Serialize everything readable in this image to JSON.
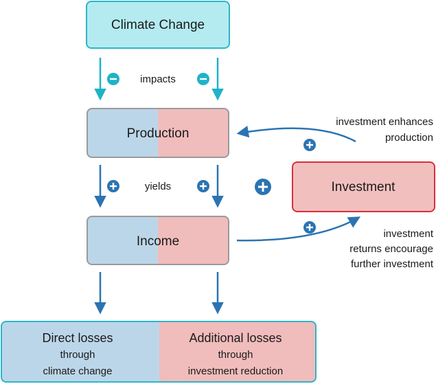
{
  "nodes": {
    "climate_change": "Climate Change",
    "production": "Production",
    "income": "Income",
    "investment": "Investment",
    "direct_losses": [
      "Direct losses",
      "through",
      "climate change"
    ],
    "additional_losses": [
      "Additional losses",
      "through",
      "investment reduction"
    ]
  },
  "edge_labels": {
    "impacts": "impacts",
    "yields": "yields",
    "investment_enhances": [
      "investment enhances",
      "production"
    ],
    "investment_returns": [
      "investment",
      "returns encourage",
      "further investment"
    ]
  },
  "signs": {
    "negative": "−",
    "positive": "+"
  },
  "colors": {
    "climate_fill": "#b4ebf0",
    "climate_stroke": "#2bb6c9",
    "blue_half": "#bcd6e9",
    "red_half": "#f1bcbc",
    "gray_stroke": "#9a9a9a",
    "investment_fill": "#f2bfbf",
    "investment_stroke": "#d6303a",
    "arrow_teal": "#1fb3c8",
    "arrow_blue": "#2b74b2",
    "badge_teal": "#1fb3c8",
    "badge_blue": "#2b74b2",
    "bottom_stroke": "#2bb6c9"
  }
}
